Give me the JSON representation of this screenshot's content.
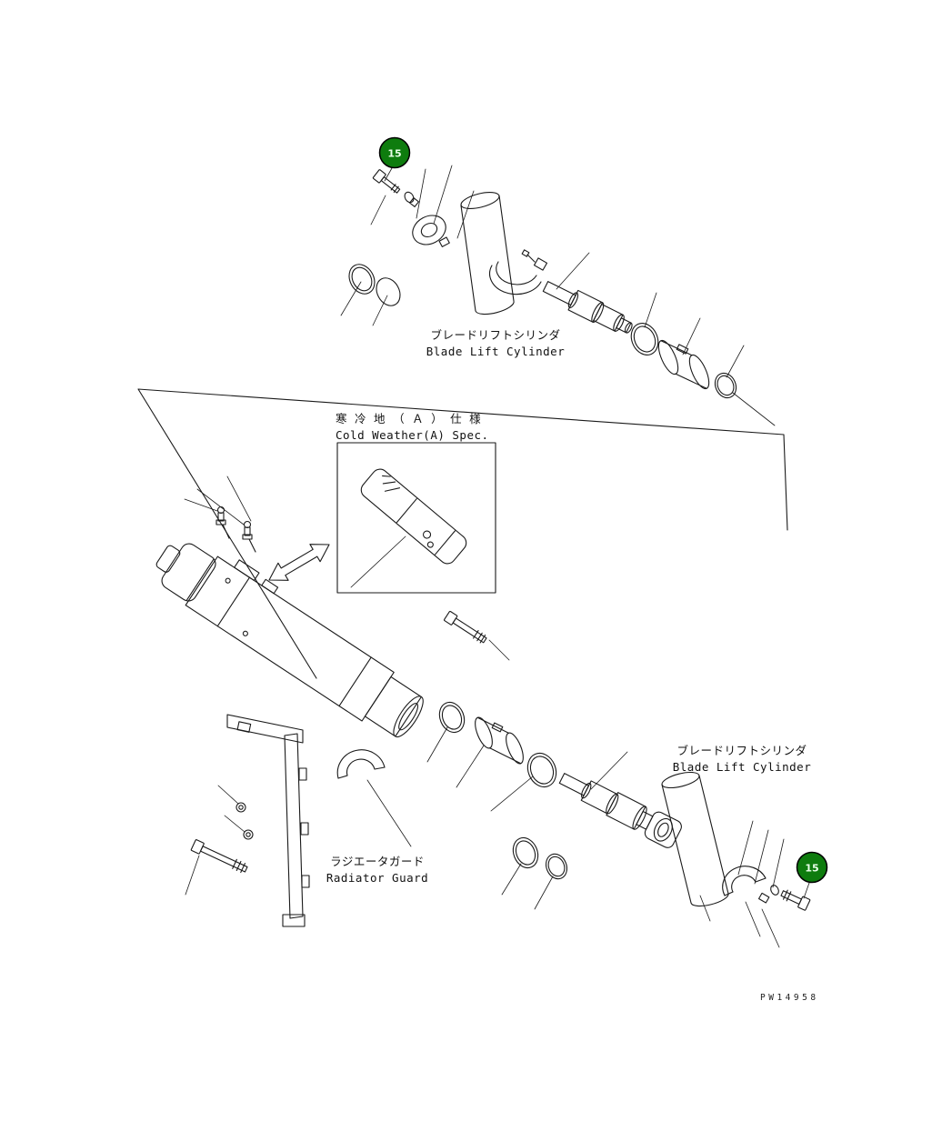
{
  "meta": {
    "drawing_number": "PW14958"
  },
  "colors": {
    "callout_green": "#0e7c0e",
    "callout_text": "#eaffea",
    "line_color": "#1a1a1a",
    "background": "#ffffff"
  },
  "callouts": {
    "upper": "15",
    "lower": "15"
  },
  "labels": {
    "upper_cylinder_ja": "ブレードリフトシリンダ",
    "upper_cylinder_en": "Blade Lift Cylinder",
    "cold_weather_ja": "寒 冷 地 （ Ａ ） 仕 様",
    "cold_weather_en": "Cold Weather(A) Spec.",
    "lower_cylinder_ja": "ブレードリフトシリンダ",
    "lower_cylinder_en": "Blade Lift Cylinder",
    "radiator_guard_ja": "ラジエータガード",
    "radiator_guard_en": "Radiator Guard"
  }
}
